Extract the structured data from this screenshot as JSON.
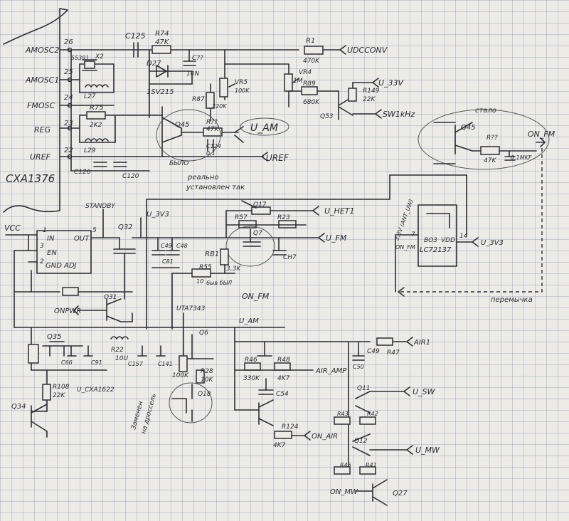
{
  "ic": {
    "name": "CXA1376",
    "pins": [
      {
        "num": "26",
        "name": "AMOSC2"
      },
      {
        "num": "25",
        "name": "AMOSC1"
      },
      {
        "num": "24",
        "name": "FMOSC"
      },
      {
        "num": "23",
        "name": "REG"
      },
      {
        "num": "22",
        "name": "UREF"
      }
    ]
  },
  "regulator": {
    "pin1": "1",
    "pin3": "3",
    "pin2": "2",
    "pin5": "5",
    "in": "IN",
    "out": "OUT",
    "en": "EN",
    "gnd": "GND ADJ",
    "standby": "STANDBY"
  },
  "lc": {
    "name": "LC72137",
    "vdd": "VDD",
    "bo3": "BO3",
    "pin7": "7",
    "pin14": "14",
    "note": "3,3V (ANT_UW)"
  },
  "nets": {
    "u_am": "U_AM",
    "uref": "UREF",
    "udcconv": "UDCCONV",
    "u33v": "U_33V",
    "sw1khz": "SW1kHz",
    "vcc": "VCC",
    "u3v3": "U_3V3",
    "u_het1": "U_HET1",
    "u_fm": "U_FM",
    "on_fm": "ON_FM",
    "on_pwr": "ONPWR",
    "uta7343": "UTA7343",
    "u_cxa1622": "U_CXA1622",
    "air_amp": "AIR_AMP",
    "on_air": "ON_AIR",
    "air1": "AIR1",
    "u_sw": "U_SW",
    "u_mw": "U_MW",
    "on_mw": "ON_MW"
  },
  "components": {
    "c125": "C125",
    "r74": "R74",
    "r74v": "47K",
    "x2": "X2",
    "x2v": "55391",
    "d27": "D27",
    "d27v": "1SV215",
    "c_q": "C??",
    "c_qv": "10N",
    "r1": "R1",
    "r1v": "470K",
    "vr5": "VR5",
    "vr5v": "100K",
    "vr4": "VR4",
    "vr4v": "1M",
    "r89": "R89",
    "r89v": "680K",
    "r87": "R87",
    "r87v": "220K",
    "q53": "Q53",
    "r149": "R149",
    "r149v": "22K",
    "l27": "L27",
    "r75": "R75",
    "r75v": "2K2",
    "l29": "L29",
    "q45": "Q45",
    "r_q": "R??",
    "r_qv": "47K",
    "c124": "C124",
    "c124v": "0,1",
    "c126": "C126",
    "c120": "C120",
    "q45b": "Q45",
    "r_qb": "R??",
    "r_qbv": "47K",
    "c_fmv": "0,1MKF",
    "q32": "Q32",
    "q31": "Q31",
    "q17": "Q17",
    "r57": "R57",
    "r23": "R23",
    "q7": "Q7",
    "rb1": "RB1",
    "r55": "R55",
    "r55v": "3,3K",
    "r55n": "10",
    "c49": "C49",
    "c48": "C48",
    "c81": "C81",
    "ch7": "CH7",
    "q35": "Q35",
    "c66": "C66",
    "c91": "C91",
    "r22": "R22",
    "r22v": "10U",
    "c157": "C157",
    "c141": "C141",
    "r108": "R108",
    "r108v": "22K",
    "q34": "Q34",
    "q6": "Q6",
    "r28": "R28",
    "r28v": "10K",
    "r_100k": "100K",
    "q18": "Q18",
    "r46": "R46",
    "r46v": "330K",
    "r48": "R48",
    "r48v": "4K7",
    "c54": "C54",
    "r124": "R124",
    "r124v": "4K7",
    "c49b": "C49",
    "r47": "R47",
    "c50": "C50",
    "q11": "Q11",
    "r43": "R43",
    "r42": "R42",
    "q12": "Q12",
    "r45": "R45",
    "r41": "R41",
    "q27": "Q27"
  },
  "notes": {
    "bylo": "БЫЛО",
    "really": "реально",
    "installed": "установлен так",
    "stalo": "стало",
    "bylo2": "6ыв бЫЛ",
    "jumper": "перемычка",
    "replaced_1": "Заменен",
    "replaced_2": "на дроссель"
  }
}
